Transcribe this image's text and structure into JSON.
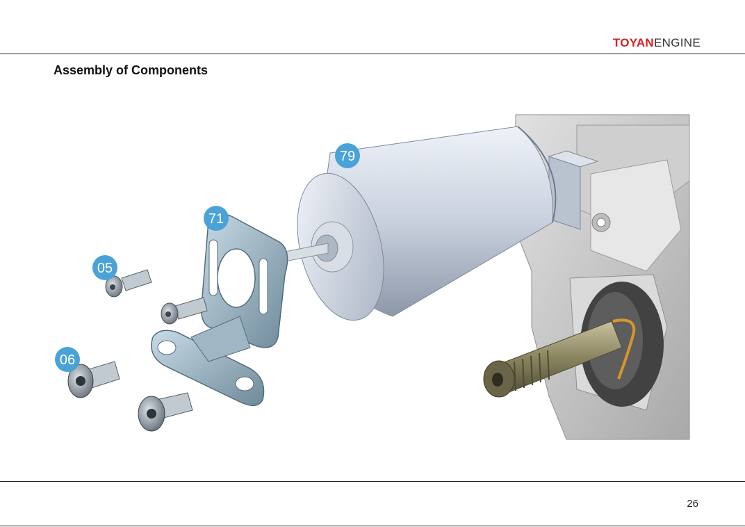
{
  "header": {
    "brand_bold": "TOYAN",
    "brand_light": "ENGINE"
  },
  "page_title": "Assembly of Components",
  "callouts": {
    "motor": "79",
    "bracket": "71",
    "small_screws": "05",
    "large_screws": "06"
  },
  "page_number": "26",
  "colors": {
    "brand_red": "#d62020",
    "callout_blue": "#4aa3d6"
  }
}
